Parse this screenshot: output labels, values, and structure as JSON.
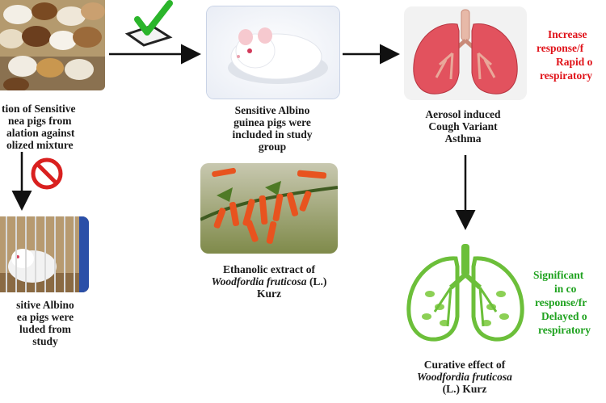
{
  "captions": {
    "selection": [
      "tion of Sensitive",
      "nea pigs from",
      "alation against",
      "olized  mixture"
    ],
    "included": [
      "Sensitive  Albino",
      "guinea pigs were",
      "included in study",
      "group"
    ],
    "aerosol": [
      "Aerosol induced",
      "Cough Variant",
      "Asthma"
    ],
    "excluded": [
      "sitive  Albino",
      "ea pigs were",
      "luded from",
      "study"
    ],
    "extract": {
      "line1": "Ethanolic extract of",
      "line2_italic": "Woodfordia fruticosa",
      "line2_rest": " (L.)",
      "line3": "Kurz"
    },
    "curative": {
      "line1": "Curative effect of",
      "line2_italic": "Woodfordia fruticosa",
      "line3": "(L.) Kurz"
    }
  },
  "notes": {
    "red": [
      "Increase",
      "response/f",
      "Rapid o",
      "respiratory"
    ],
    "green": [
      "Significant",
      "in  co",
      "response/fr",
      "Delayed o",
      "respiratory"
    ]
  },
  "colors": {
    "note_red": "#e0141b",
    "note_green": "#1fa21f",
    "check": "#2bb52b",
    "prohibit": "#d9201f",
    "lung_red": "#e2525e",
    "lung_green": "#6cbf3a"
  },
  "icons": {
    "check": "check-mark-icon",
    "prohibit": "prohibited-icon",
    "lungs": "lungs-icon",
    "lungs_healthy": "healthy-lungs-icon"
  }
}
